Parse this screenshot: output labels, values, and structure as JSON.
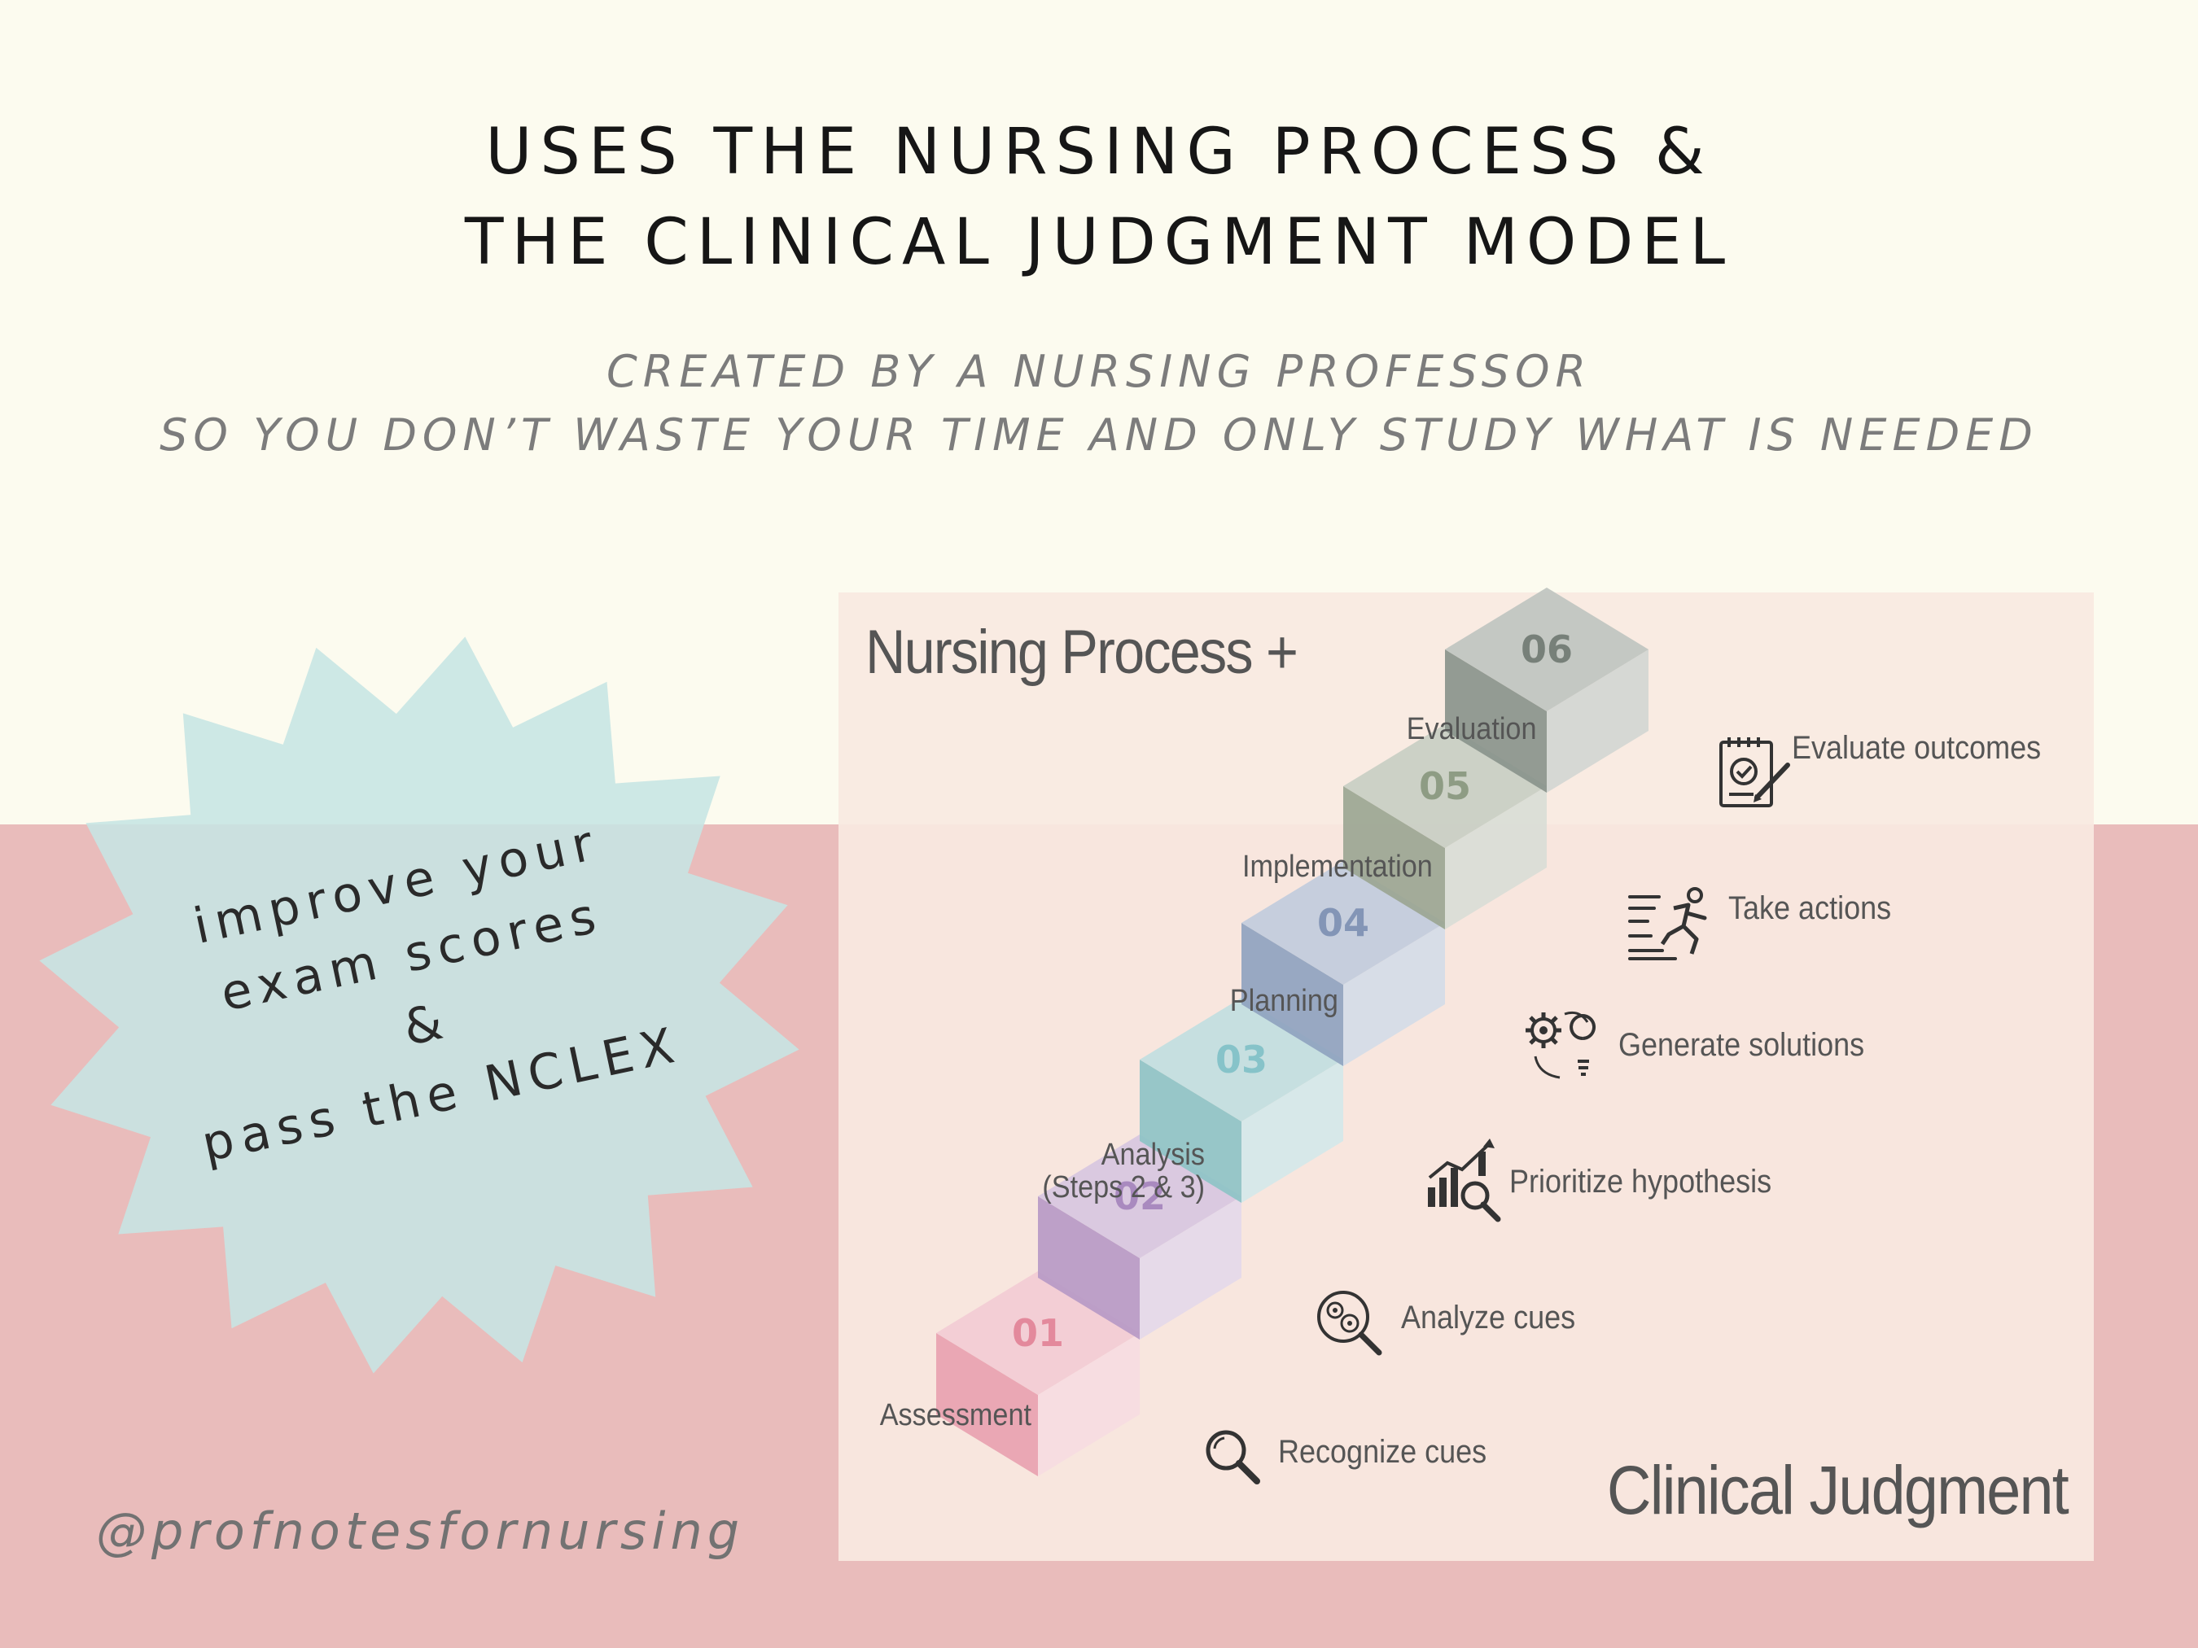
{
  "heading": {
    "line1": "USES THE NURSING PROCESS &",
    "line2": "THE CLINICAL JUDGMENT MODEL"
  },
  "subheading": {
    "line1": "CREATED BY A NURSING PROFESSOR",
    "line2": "SO YOU DON’T WASTE YOUR TIME AND ONLY STUDY WHAT IS NEEDED"
  },
  "promo": {
    "line1": "improve your",
    "line2": "exam scores",
    "line3": "&",
    "line4": "pass the NCLEX"
  },
  "handle": "@profnotesfornursing",
  "diagram": {
    "title_top": "Nursing Process +",
    "title_bottom": "Clinical Judgment",
    "steps": [
      {
        "num": "01",
        "nursing": "Assessment",
        "judgment": "Recognize cues",
        "icon": "magnifier-icon",
        "color": "#E8A2B0",
        "num_color": "#E3899C"
      },
      {
        "num": "02",
        "nursing": "Analysis (Steps 2 & 3)",
        "judgment": "Analyze cues",
        "icon": "gears-search-icon",
        "color": "#B79AC5",
        "num_color": "#A98ABF"
      },
      {
        "num": "03",
        "nursing": "",
        "judgment": "Prioritize hypothesis",
        "icon": "chart-search-icon",
        "color": "#8EC3C6",
        "num_color": "#86C3C9"
      },
      {
        "num": "04",
        "nursing": "Planning",
        "judgment": "Generate solutions",
        "icon": "gear-lightbulb-icon",
        "color": "#8FA3BF",
        "num_color": "#8395B6"
      },
      {
        "num": "05",
        "nursing": "Implementation",
        "judgment": "Take actions",
        "icon": "running-person-icon",
        "color": "#9BA692",
        "num_color": "#8E9C84"
      },
      {
        "num": "06",
        "nursing": "Evaluation",
        "judgment": "Evaluate outcomes",
        "icon": "clipboard-check-icon",
        "color": "#8A948C",
        "num_color": "#778079"
      }
    ]
  },
  "colors": {
    "background_top": "#FCFBEF",
    "background_bottom": "#E9BCBB",
    "panel": "#F9E9E1",
    "starburst": "#C6E5E4",
    "heading_text": "#161616",
    "subheading_text": "#7C7C7C"
  }
}
